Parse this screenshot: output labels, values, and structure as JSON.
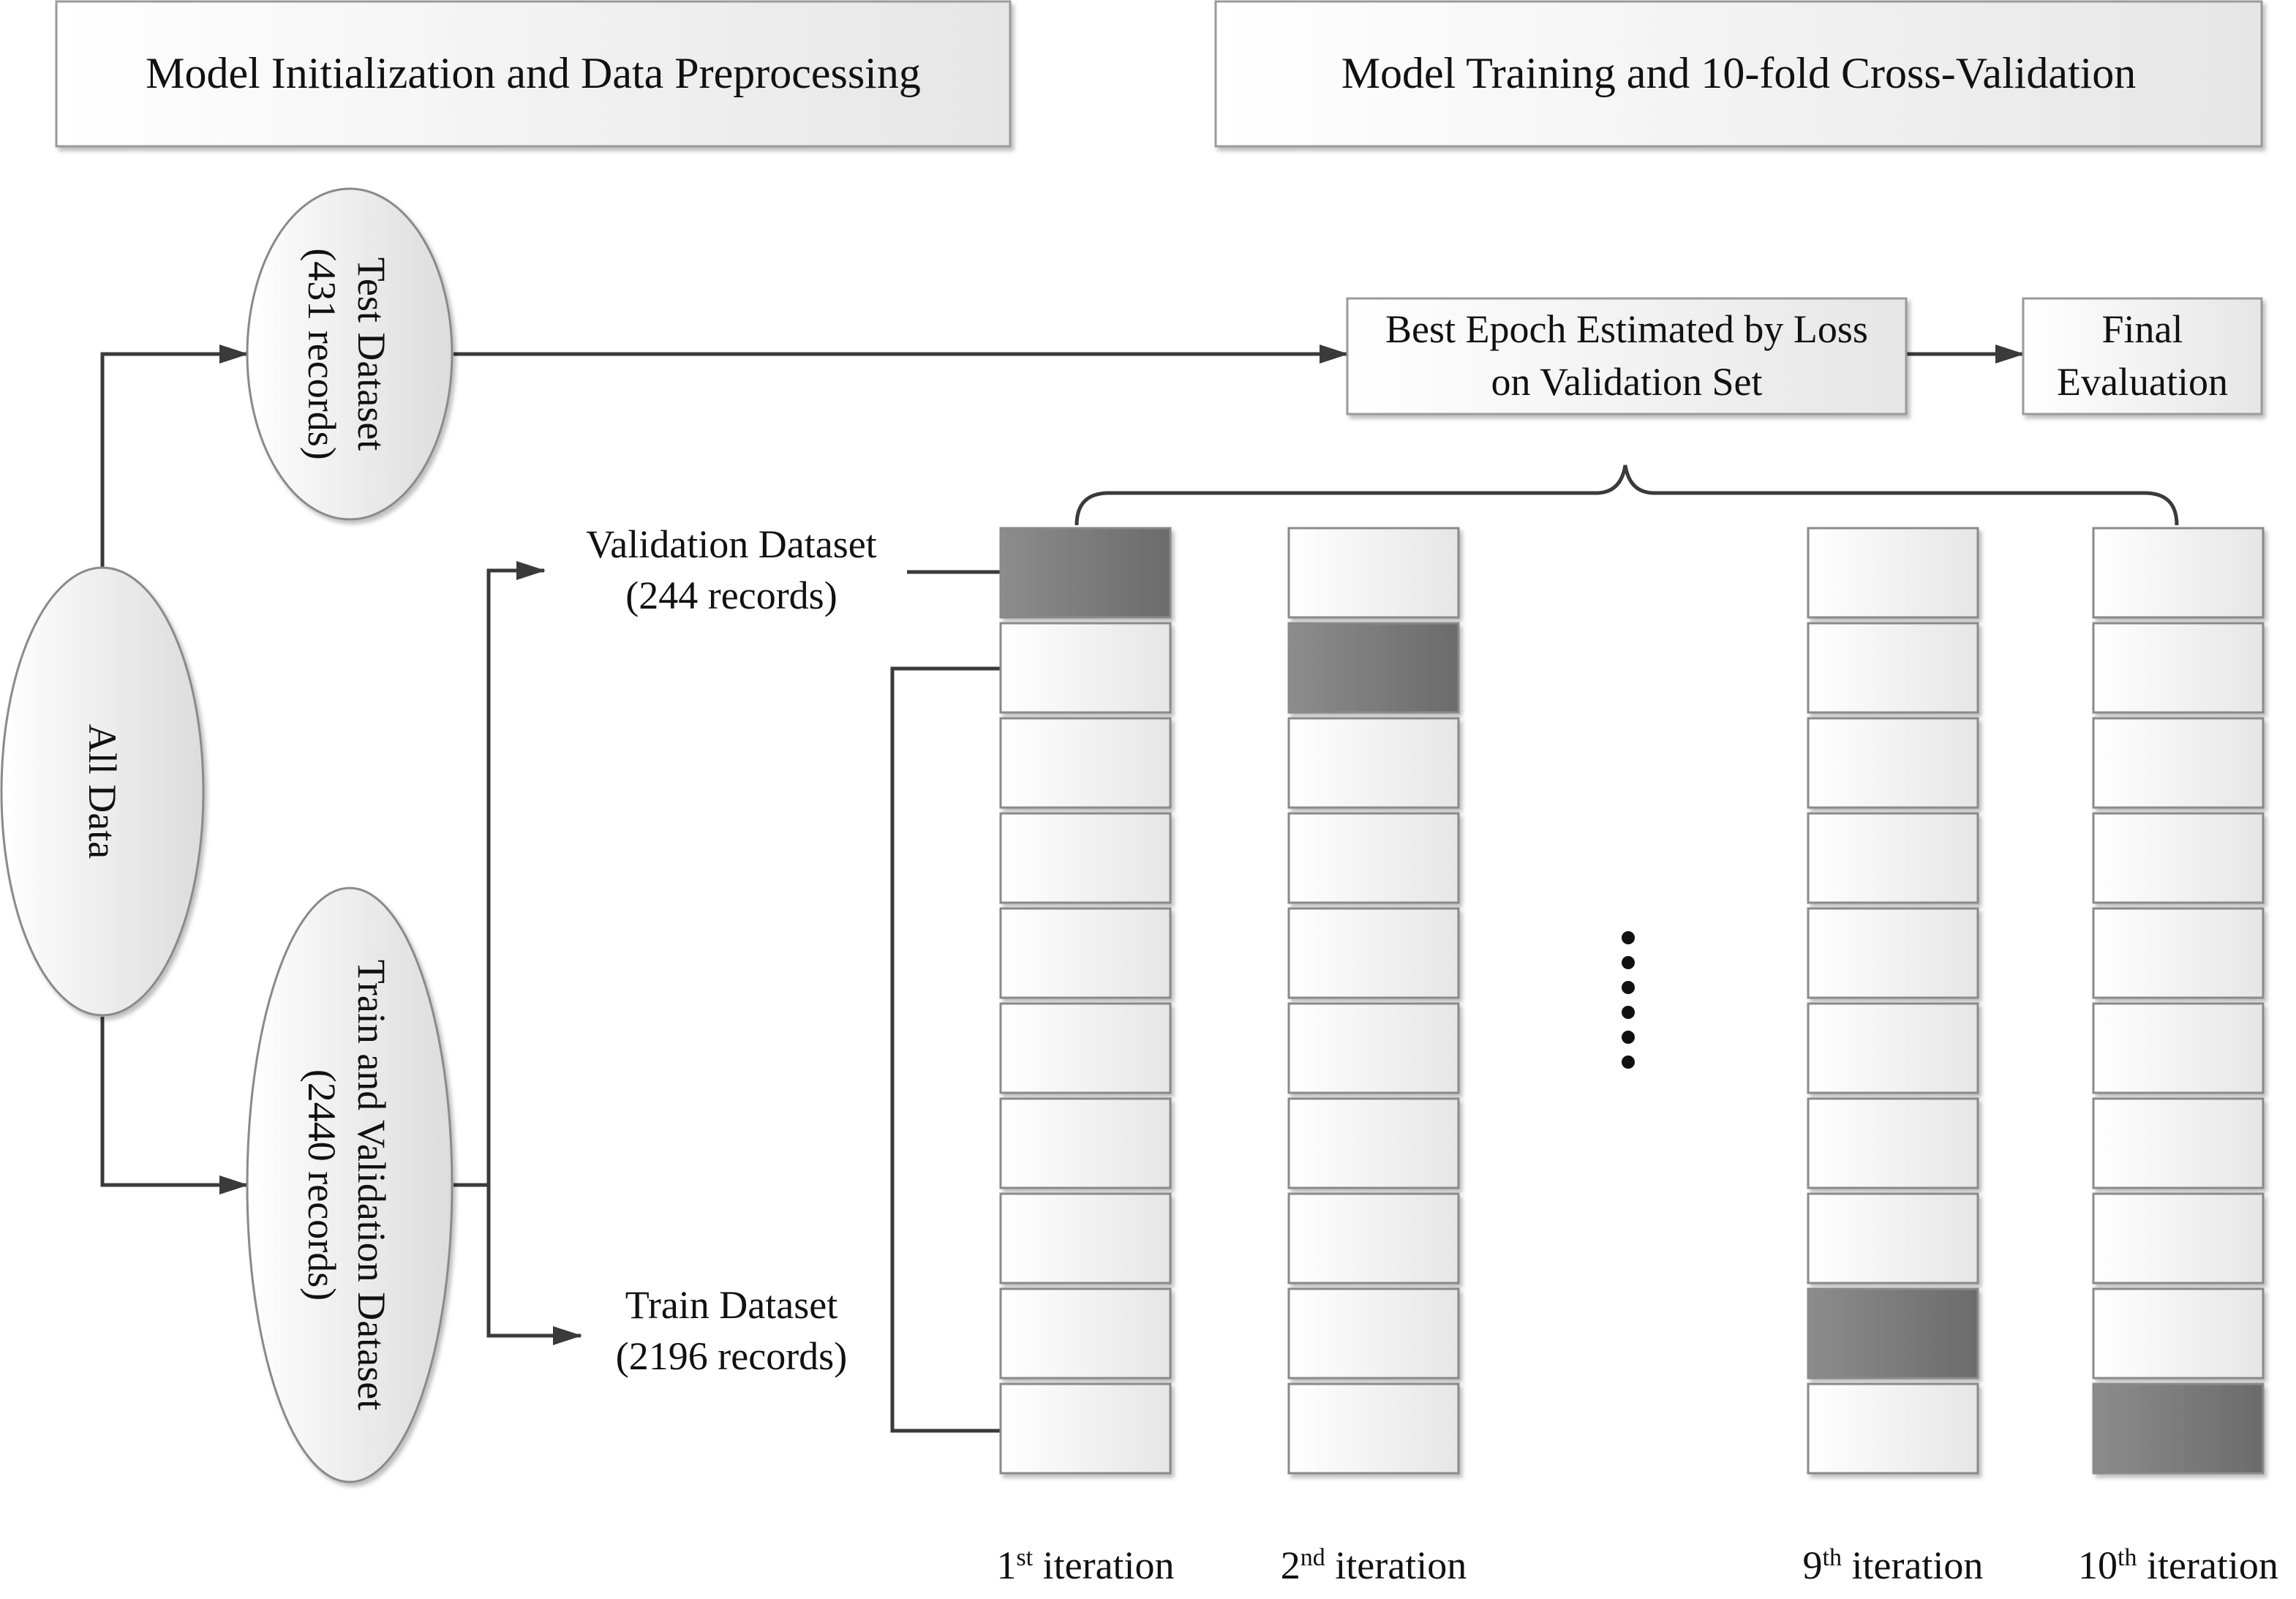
{
  "headers": {
    "left": "Model Initialization and Data Preprocessing",
    "right": "Model Training and 10-fold Cross-Validation"
  },
  "nodes": {
    "all_data": "All Data",
    "test_dataset": {
      "line1": "Test Dataset",
      "line2": "(431 records)"
    },
    "train_val_dataset": {
      "line1": "Train and Validation Dataset",
      "line2": "(2440 records)"
    }
  },
  "labels": {
    "validation_dataset": {
      "line1": "Validation Dataset",
      "line2": "(244 records)"
    },
    "train_dataset": {
      "line1": "Train Dataset",
      "line2": "(2196 records)"
    }
  },
  "boxes": {
    "best_epoch": {
      "line1": "Best Epoch Estimated by Loss",
      "line2": "on Validation Set"
    },
    "final_eval": {
      "line1": "Final",
      "line2": "Evaluation"
    }
  },
  "folds_per_column": 10,
  "fold_columns": [
    {
      "number": "1",
      "suffix": "st",
      "word": "iteration",
      "validation_fold": 1
    },
    {
      "number": "2",
      "suffix": "nd",
      "word": "iteration",
      "validation_fold": 2
    },
    {
      "number": "9",
      "suffix": "th",
      "word": "iteration",
      "validation_fold": 9
    },
    {
      "number": "10",
      "suffix": "th",
      "word": "iteration",
      "validation_fold": 10
    }
  ],
  "colors": {
    "validation_fold_dark": "#6b6b6b",
    "validation_fold_light": "#8c8c8c",
    "fold_light": "#ffffff",
    "fold_shade": "#e2e2e2",
    "line": "#3a3a3a"
  }
}
